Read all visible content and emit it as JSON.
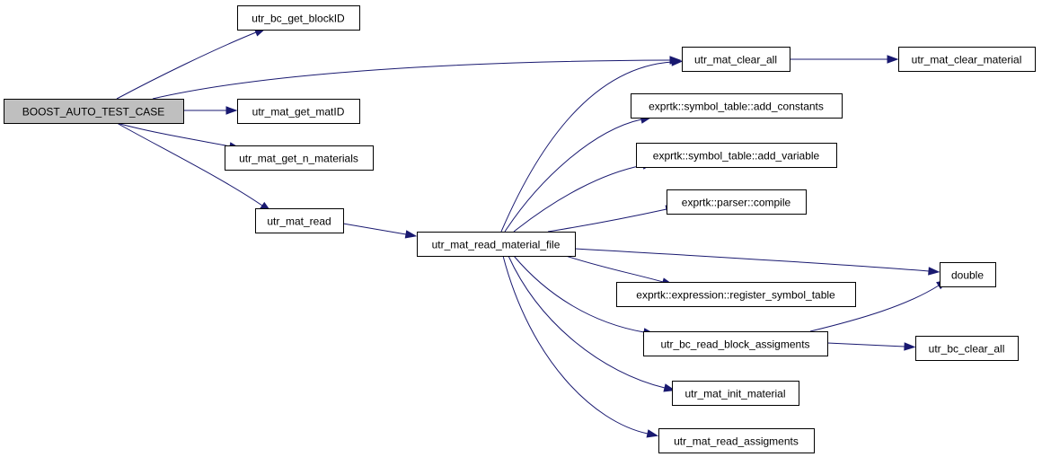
{
  "nodes": [
    {
      "id": "root",
      "label": "BOOST_AUTO_TEST_CASE",
      "root": true
    },
    {
      "id": "getblock",
      "label": "utr_bc_get_blockID"
    },
    {
      "id": "getmat",
      "label": "utr_mat_get_matID"
    },
    {
      "id": "getn",
      "label": "utr_mat_get_n_materials"
    },
    {
      "id": "matread",
      "label": "utr_mat_read"
    },
    {
      "id": "readfile",
      "label": "utr_mat_read_material_file"
    },
    {
      "id": "clearall",
      "label": "utr_mat_clear_all"
    },
    {
      "id": "clearmat",
      "label": "utr_mat_clear_material"
    },
    {
      "id": "addconst",
      "label": "exprtk::symbol_table::add_constants"
    },
    {
      "id": "addvar",
      "label": "exprtk::symbol_table::add_variable"
    },
    {
      "id": "compile",
      "label": "exprtk::parser::compile"
    },
    {
      "id": "double",
      "label": "double"
    },
    {
      "id": "regsym",
      "label": "exprtk::expression::register_symbol_table"
    },
    {
      "id": "readblock",
      "label": "utr_bc_read_block_assigments"
    },
    {
      "id": "bcclear",
      "label": "utr_bc_clear_all"
    },
    {
      "id": "initmat",
      "label": "utr_mat_init_material"
    },
    {
      "id": "readassign",
      "label": "utr_mat_read_assigments"
    }
  ],
  "edges": [
    {
      "from": "root",
      "to": "getblock"
    },
    {
      "from": "root",
      "to": "clearall"
    },
    {
      "from": "root",
      "to": "getmat"
    },
    {
      "from": "root",
      "to": "getn"
    },
    {
      "from": "root",
      "to": "matread"
    },
    {
      "from": "matread",
      "to": "readfile"
    },
    {
      "from": "clearall",
      "to": "clearmat"
    },
    {
      "from": "readfile",
      "to": "clearall"
    },
    {
      "from": "readfile",
      "to": "addconst"
    },
    {
      "from": "readfile",
      "to": "addvar"
    },
    {
      "from": "readfile",
      "to": "compile"
    },
    {
      "from": "readfile",
      "to": "double"
    },
    {
      "from": "readfile",
      "to": "regsym"
    },
    {
      "from": "readfile",
      "to": "readblock"
    },
    {
      "from": "readfile",
      "to": "initmat"
    },
    {
      "from": "readfile",
      "to": "readassign"
    },
    {
      "from": "readblock",
      "to": "double"
    },
    {
      "from": "readblock",
      "to": "bcclear"
    }
  ],
  "colors": {
    "edge": "#191970",
    "root_fill": "#bfbfbf",
    "node_fill": "#ffffff",
    "border": "#000000"
  }
}
